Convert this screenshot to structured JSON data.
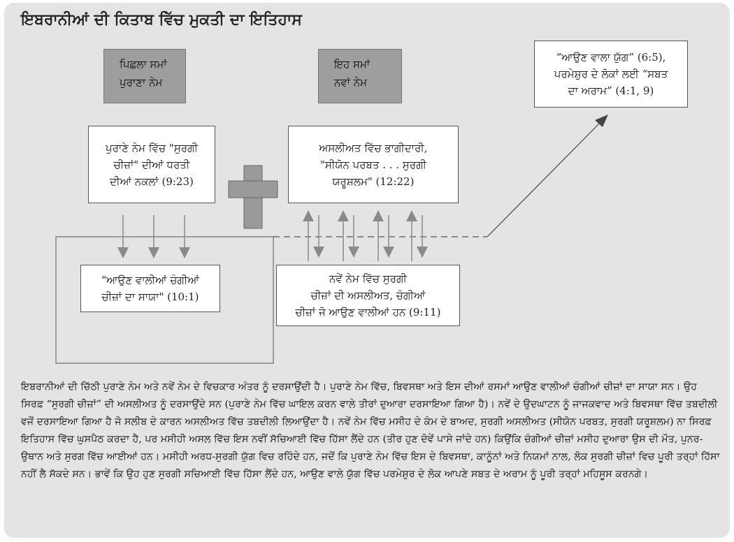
{
  "title": "ਇਬਰਾਨੀਆਂ ਦੀ ਕਿਤਾਬ ਵਿੱਚ ਮੁਕਤੀ ਦਾ ਇਤਿਹਾਸ",
  "past_header": {
    "line1": "ਪਿਛਲਾ ਸਮਾਂ",
    "line2": "ਪੁਰਾਣਾ ਨੇਮ"
  },
  "present_header": {
    "line1": "ਇਹ ਸਮਾਂ",
    "line2": "ਨਵਾਂ ਨੇਮ"
  },
  "future_box": {
    "line1": "“ਆਉਣ ਵਾਲਾ ਯੁੱਗ” (6:5),",
    "line2": "ਪਰਮੇਸ਼ੁਰ ਦੇ ਲੋਕਾਂ ਲਈ “ਸਬਤ",
    "line3": "ਦਾ ਅਰਾਮ” (4:1, 9)"
  },
  "old_copies_box": {
    "line1": "ਪੁਰਾਣੇ ਨੇਮ ਵਿੱਚ \"ਸੁਰਗੀ",
    "line2": "ਚੀਜ਼ਾਂ\" ਦੀਆਂ ਧਰਤੀ",
    "line3": "ਦੀਆਂ ਨਕਲਾਂ (9:23)"
  },
  "reality_box": {
    "line1": "ਅਸਲੀਅਤ ਵਿੱਚ ਭਾਗੀਦਾਰੀ,",
    "line2": "\"ਸੀਯੋਨ ਪਰਬਤ . . . ਸੁਰਗੀ",
    "line3": "ਯਰੂਸ਼ਲਮ\" (12:22)"
  },
  "shadow_box": {
    "line1": "\"ਆਉਣ ਵਾਲੀਆਂ ਚੰਗੀਆਂ",
    "line2": "ਚੀਜ਼ਾਂ ਦਾ ਸਾਯਾ\" (10:1)"
  },
  "new_reality_box": {
    "line1": "ਨਵੇਂ ਨੇਮ ਵਿੱਚ ਸੁਰਗੀ",
    "line2": "ਚੀਜ਼ਾਂ ਦੀ ਅਸਲੀਅਤ, ਚੰਗੀਆਂ",
    "line3": "ਚੀਜ਼ਾਂ ਜੋ ਆਉਣ ਵਾਲੀਆਂ ਹਨ (9:11)"
  },
  "paragraph": "ਇਬਰਾਨੀਆਂ ਦੀ ਚਿੱਠੀ ਪੁਰਾਣੇ ਨੇਮ ਅਤੇ ਨਵੇਂ ਨੇਮ ਦੇ ਵਿਚਕਾਰ ਅੰਤਰ ਨੂੰ ਦਰਸਾਉਂਦੀ ਹੈ। ਪੁਰਾਣੇ ਨੇਮ ਵਿੱਚ, ਬਿਵਸਥਾ ਅਤੇ ਇਸ ਦੀਆਂ ਰਸਮਾਂ ਆਉਣ ਵਾਲੀਆਂ ਚੰਗੀਆਂ ਚੀਜ਼ਾਂ ਦਾ ਸਾਯਾ ਸਨ। ਉਹ ਸਿਰਫ਼ “ਸੁਰਗੀ ਚੀਜ਼ਾਂ” ਦੀ ਅਸਲੀਅਤ ਨੂੰ ਦਰਸਾਉਂਦੇ ਸਨ (ਪੁਰਾਣੇ ਨੇਮ ਵਿੱਚ ਘਾਇਲ ਕਰਨ ਵਾਲੇ ਤੀਰਾਂ ਦੁਆਰਾ ਦਰਸਾਇਆ ਗਿਆ ਹੈ)। ਨਵੇਂ ਦੇ ਉਦਘਾਟਨ ਨੂੰ ਜਾਜਕਵਾਦ ਅਤੇ ਬਿਵਸਥਾ ਵਿੱਚ ਤਬਦੀਲੀ ਵਜੋਂ ਦਰਸਾਇਆ ਗਿਆ ਹੈ ਜੋ ਸਲੀਬ ਦੇ ਕਾਰਨ ਅਸਲੀਅਤ ਵਿੱਚ ਤਬਦੀਲੀ ਲਿਆਉਂਦਾ ਹੈ। ਨਵੇਂ ਨੇਮ ਵਿੱਚ ਮਸੀਹ ਦੇ ਕੰਮ ਦੇ ਬਾਅਦ, ਸੁਰਗੀ ਅਸਲੀਅਤ (ਸੀਯੋਨ ਪਰਬਤ, ਸੁਰਗੀ ਯਰੂਸ਼ਲਮ) ਨਾ ਸਿਰਫ਼ ਇਤਿਹਾਸ ਵਿੱਚ ਘੁਸਪੈਠ ਕਰਦਾ ਹੈ, ਪਰ ਮਸੀਹੀ ਅਸਲ ਵਿੱਚ ਇਸ ਨਵੀਂ ਸੱਚਿਆਈ ਵਿੱਚ ਹਿੱਸਾ ਲੈਂਦੇ ਹਨ (ਤੀਰ ਹੁਣ ਦੋਵੇਂ ਪਾਸੇ ਜਾਂਦੇ ਹਨ) ਕਿਉਂਕਿ ਚੰਗੀਆਂ ਚੀਜ਼ਾਂ ਮਸੀਹ ਦੁਆਰਾ ਉਸ ਦੀ ਮੌਤ, ਪੁਨਰ-ਉਥਾਨ ਅਤੇ ਸੁਰਗ ਵਿੱਚ ਆਈਆਂ ਹਨ। ਮਸੀਹੀ ਅਰਧ-ਸੁਰਗੀ ਯੁੱਗ ਵਿਚ ਰਹਿੰਦੇ ਹਨ, ਜਦੋਂ ਕਿ ਪੁਰਾਣੇ ਨੇਮ ਵਿੱਚ ਇਸ ਦੇ ਬਿਵਸਥਾ, ਕਾਨੂੰਨਾਂ ਅਤੇ ਨਿਯਮਾਂ ਨਾਲ, ਲੋਕ ਸੁਰਗੀ ਚੀਜ਼ਾਂ ਵਿਚ ਪੂਰੀ ਤਰ੍ਹਾਂ ਹਿੱਸਾ ਨਹੀਂ ਲੈ ਸੱਕਦੇ ਸਨ। ਭਾਵੇਂ ਕਿ ਉਹ ਹੁਣ ਸੁਰਗੀ ਸਚਿਆਈ ਵਿੱਚ ਹਿੱਸਾ ਲੈਂਦੇ ਹਨ, ਆਉਣ ਵਾਲੇ ਯੁੱਗ ਵਿੱਚ ਪਰਮੇਸ਼ੁਰ ਦੇ ਲੋਕ ਆਪਣੇ ਸਬਤ ਦੇ ਅਰਾਮ ਨੂੰ ਪੂਰੀ ਤਰ੍ਹਾਂ ਮਹਿਸੂਸ ਕਰਨਗੇ।",
  "colors": {
    "panel_bg": "#e4e4e4",
    "header_box": "#9e9e9e",
    "cross_fill": "#9a9a9a",
    "arrow_gray": "#8a8a8a",
    "line_dark": "#555555"
  },
  "icons": {
    "cross": "cross-icon"
  }
}
